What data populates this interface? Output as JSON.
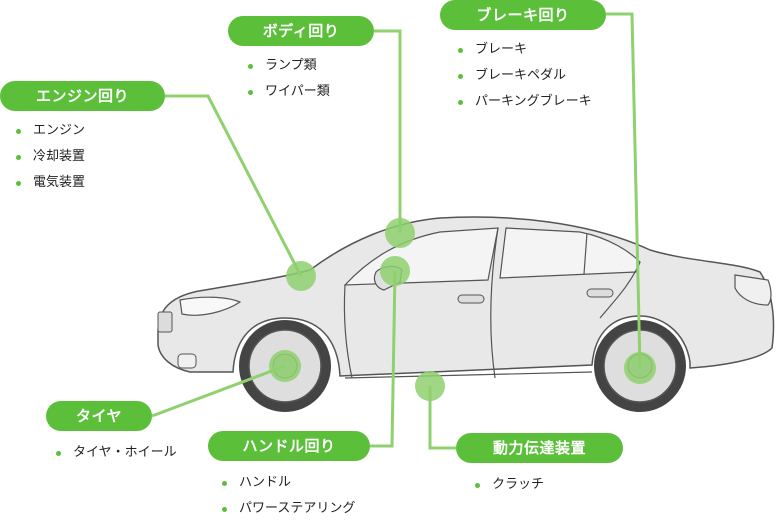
{
  "colors": {
    "accent": "#5bbf3a",
    "marker": "#8fd06f",
    "car_body": "#e8e8e8",
    "car_outline": "#555555",
    "text": "#222222"
  },
  "categories": [
    {
      "label": "ボディ回り",
      "items": [
        "ランプ類",
        "ワイパー類"
      ]
    },
    {
      "label": "ブレーキ回り",
      "items": [
        "ブレーキ",
        "ブレーキペダル",
        "パーキングブレーキ"
      ]
    },
    {
      "label": "エンジン回り",
      "items": [
        "エンジン",
        "冷却装置",
        "電気装置"
      ]
    },
    {
      "label": "タイヤ",
      "items": [
        "タイヤ・ホイール"
      ]
    },
    {
      "label": "ハンドル回り",
      "items": [
        "ハンドル",
        "パワーステアリング"
      ]
    },
    {
      "label": "動力伝達装置",
      "items": [
        "クラッチ"
      ]
    }
  ]
}
